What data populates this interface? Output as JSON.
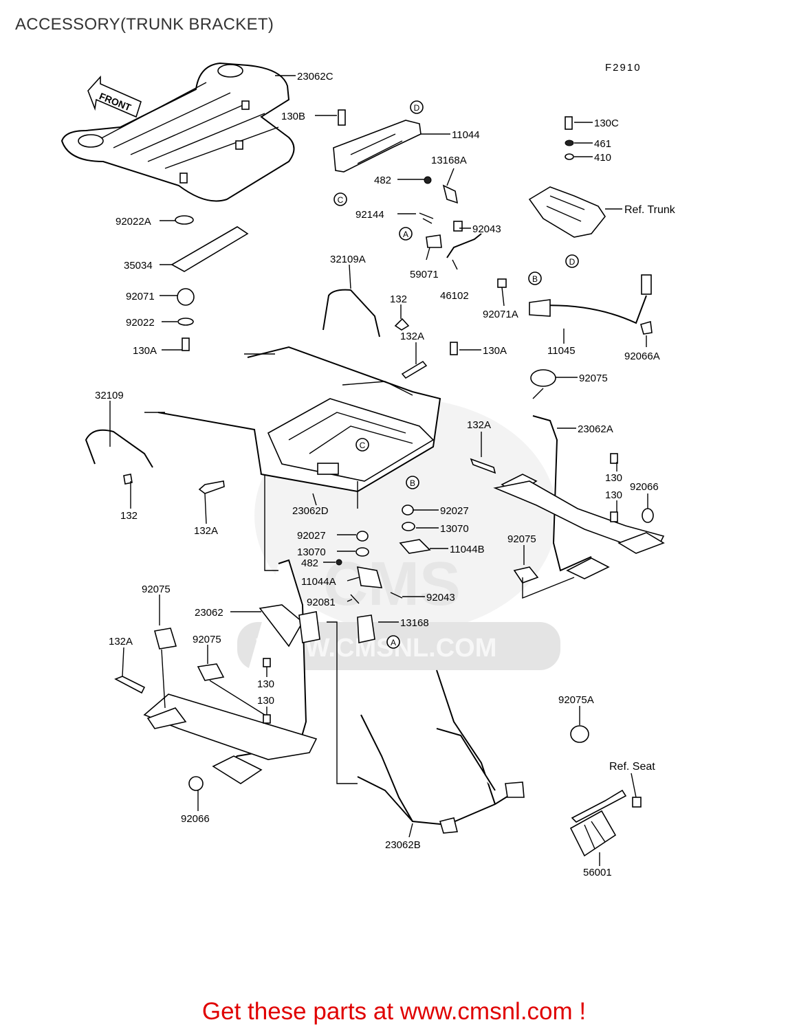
{
  "title": "ACCESSORY(TRUNK BRACKET)",
  "figure_code": "F2910",
  "front_arrow_label": "FRONT",
  "watermark": {
    "brand": "CMS",
    "url": "WWW.CMSNL.COM"
  },
  "promo": "Get these parts at www.cmsnl.com !",
  "callouts": [
    {
      "letter": "A"
    },
    {
      "letter": "B"
    },
    {
      "letter": "C"
    },
    {
      "letter": "D"
    }
  ],
  "parts": [
    {
      "label": "23062C"
    },
    {
      "label": "130B"
    },
    {
      "label": "11044"
    },
    {
      "label": "130C"
    },
    {
      "label": "461"
    },
    {
      "label": "410"
    },
    {
      "label": "13168A"
    },
    {
      "label": "482"
    },
    {
      "label": "Ref. Trunk"
    },
    {
      "label": "92022A"
    },
    {
      "label": "92144"
    },
    {
      "label": "92043"
    },
    {
      "label": "59071"
    },
    {
      "label": "46102"
    },
    {
      "label": "35034"
    },
    {
      "label": "32109A"
    },
    {
      "label": "92071"
    },
    {
      "label": "132"
    },
    {
      "label": "92071A"
    },
    {
      "label": "92022"
    },
    {
      "label": "132A"
    },
    {
      "label": "11045"
    },
    {
      "label": "92066A"
    },
    {
      "label": "130A"
    },
    {
      "label": "130A"
    },
    {
      "label": "92075"
    },
    {
      "label": "32109"
    },
    {
      "label": "23062A"
    },
    {
      "label": "132A"
    },
    {
      "label": "130"
    },
    {
      "label": "92066"
    },
    {
      "label": "130"
    },
    {
      "label": "132"
    },
    {
      "label": "132A"
    },
    {
      "label": "23062D"
    },
    {
      "label": "92027"
    },
    {
      "label": "13070"
    },
    {
      "label": "92027"
    },
    {
      "label": "11044B"
    },
    {
      "label": "13070"
    },
    {
      "label": "92075"
    },
    {
      "label": "482"
    },
    {
      "label": "11044A"
    },
    {
      "label": "92043"
    },
    {
      "label": "92075"
    },
    {
      "label": "92081"
    },
    {
      "label": "23062"
    },
    {
      "label": "13168"
    },
    {
      "label": "132A"
    },
    {
      "label": "92075"
    },
    {
      "label": "130"
    },
    {
      "label": "130"
    },
    {
      "label": "92075A"
    },
    {
      "label": "Ref. Seat"
    },
    {
      "label": "92066"
    },
    {
      "label": "23062B"
    },
    {
      "label": "56001"
    }
  ]
}
